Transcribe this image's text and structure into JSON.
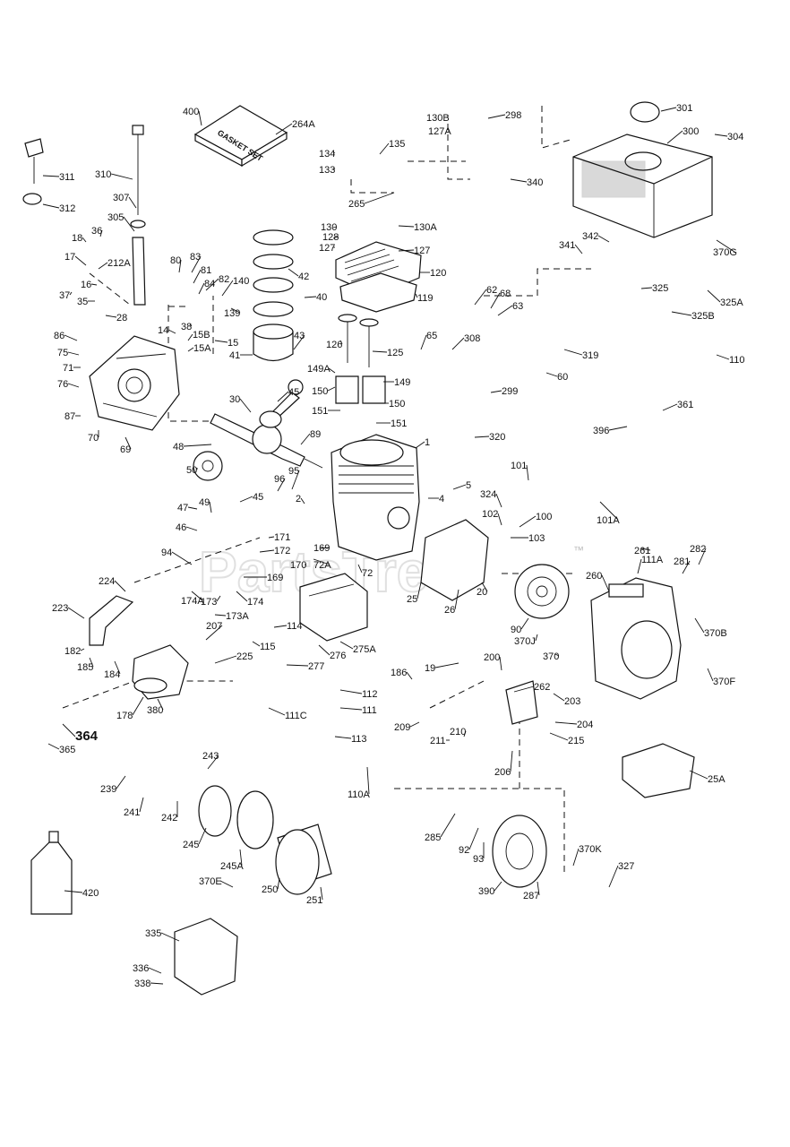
{
  "diagram": {
    "gasket_box_text": "GASKET SET",
    "watermark": "PartsTree",
    "watermark_tm": "™",
    "labels": [
      "400",
      "264A",
      "134",
      "133",
      "135",
      "130B",
      "127A",
      "298",
      "301",
      "300",
      "304",
      "311",
      "312",
      "310",
      "307",
      "305",
      "265",
      "130",
      "128",
      "127",
      "130A",
      "127",
      "340",
      "18",
      "36",
      "17",
      "212A",
      "16",
      "37",
      "35",
      "28",
      "80",
      "83",
      "81",
      "84",
      "82",
      "140",
      "139",
      "42",
      "40",
      "120",
      "119",
      "370G",
      "341",
      "342",
      "325",
      "325A",
      "325B",
      "38",
      "14",
      "15B",
      "15A",
      "15",
      "86",
      "75",
      "71",
      "76",
      "87",
      "70",
      "69",
      "41",
      "43",
      "126",
      "125",
      "149A",
      "149",
      "150",
      "150",
      "151",
      "151",
      "62",
      "68",
      "63",
      "65",
      "308",
      "319",
      "110",
      "60",
      "299",
      "320",
      "396",
      "361",
      "30",
      "45",
      "48",
      "50",
      "89",
      "1",
      "96",
      "95",
      "47",
      "49",
      "45",
      "46",
      "2",
      "4",
      "5",
      "101",
      "324",
      "100",
      "101A",
      "102",
      "103",
      "94",
      "171",
      "172",
      "169",
      "169",
      "170",
      "72A",
      "72",
      "224",
      "174A",
      "173",
      "174",
      "173A",
      "25",
      "20",
      "26",
      "90",
      "261",
      "282",
      "111A",
      "281",
      "260",
      "223",
      "207",
      "114",
      "115",
      "275A",
      "276",
      "370B",
      "370J",
      "370",
      "182",
      "185",
      "184",
      "225",
      "277",
      "19",
      "200",
      "186",
      "262",
      "203",
      "370F",
      "178",
      "380",
      "112",
      "111",
      "111C",
      "113",
      "209",
      "210",
      "204",
      "211",
      "215",
      "364",
      "365",
      "206",
      "243",
      "239",
      "241",
      "242",
      "25A",
      "110A",
      "245",
      "245A",
      "285",
      "92",
      "93",
      "370K",
      "327",
      "370E",
      "250",
      "251",
      "390",
      "287",
      "420",
      "335",
      "336",
      "338"
    ]
  }
}
